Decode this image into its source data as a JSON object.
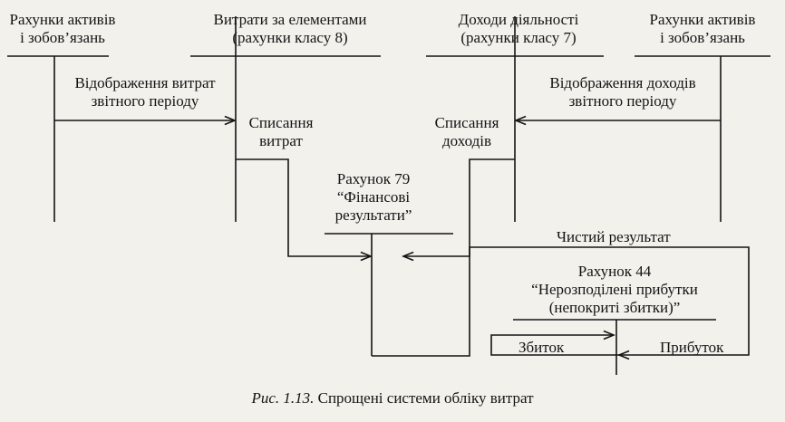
{
  "accounts": {
    "assets_left": {
      "line1": "Рахунки активів",
      "line2": "і зобов’язань"
    },
    "expenses": {
      "line1": "Витрати за елементами",
      "line2": "(рахунки класу 8)"
    },
    "income": {
      "line1": "Доходи діяльності",
      "line2": "(рахунки класу 7)"
    },
    "assets_right": {
      "line1": "Рахунки активів",
      "line2": "і зобов’язань"
    }
  },
  "flows": {
    "expense_reflection": {
      "line1": "Відображення витрат",
      "line2": "звітного періоду"
    },
    "income_reflection": {
      "line1": "Відображення доходів",
      "line2": "звітного періоду"
    },
    "write_off_expenses": {
      "line1": "Списання",
      "line2": "витрат"
    },
    "write_off_income": {
      "line1": "Списання",
      "line2": "доходів"
    },
    "net_result": "Чистий результат",
    "loss": "Збиток",
    "profit": "Прибуток"
  },
  "account_79": {
    "line1": "Рахунок 79",
    "line2": "“Фінансові",
    "line3": "результати”"
  },
  "account_44": {
    "line1": "Рахунок 44",
    "line2": "“Нерозподілені прибутки",
    "line3": "(непокриті збитки)”"
  },
  "caption": {
    "figure": "Рис. 1.13.",
    "text": "Спрощені системи обліку витрат"
  }
}
